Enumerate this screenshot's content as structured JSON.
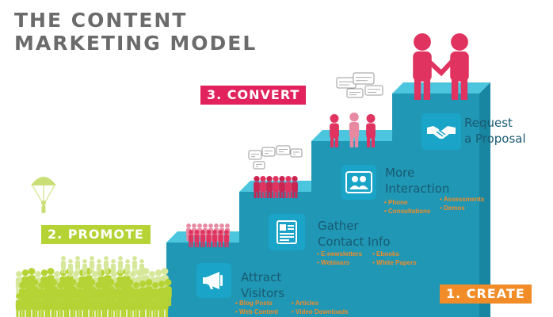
{
  "title": {
    "line1": "THE CONTENT",
    "line2": "MARKETING MODEL"
  },
  "stages": {
    "convert": "3. CONVERT",
    "promote": "2. PROMOTE",
    "create": "1. CREATE"
  },
  "steps": {
    "attract": {
      "line1": "Attract",
      "line2": "Visitors",
      "icon": "megaphone-icon",
      "items_left": [
        "Blog Posts",
        "Web Content"
      ],
      "items_right": [
        "Articles",
        "Video Downloads"
      ]
    },
    "gather": {
      "line1": "Gather",
      "line2": "Contact Info",
      "icon": "contact-form-icon",
      "items_left": [
        "E-newsletters",
        "Webinars"
      ],
      "items_right": [
        "Ebooks",
        "White Papers"
      ]
    },
    "more": {
      "line1": "More",
      "line2": "Interaction",
      "icon": "people-icon",
      "items_left": [
        "Phone",
        "Consultations"
      ],
      "items_right": [
        "Assessments",
        "Demos"
      ]
    },
    "request": {
      "line1": "Request",
      "line2": "a Proposal",
      "icon": "handshake-icon"
    }
  },
  "colors": {
    "title": "#6b6b6b",
    "step_top": "#4cc6df",
    "step_side": "#1f97b5",
    "convert": "#e2225d",
    "promote": "#b5d334",
    "create": "#f28c28",
    "label": "#1a5b72",
    "crowd_pink": "#e0335f",
    "crowd_green": "#b5d334",
    "crowd_pale_pink": "#e889a2",
    "crowd_pale_green": "#d7e79a",
    "bubble": "#9a9a9a"
  }
}
